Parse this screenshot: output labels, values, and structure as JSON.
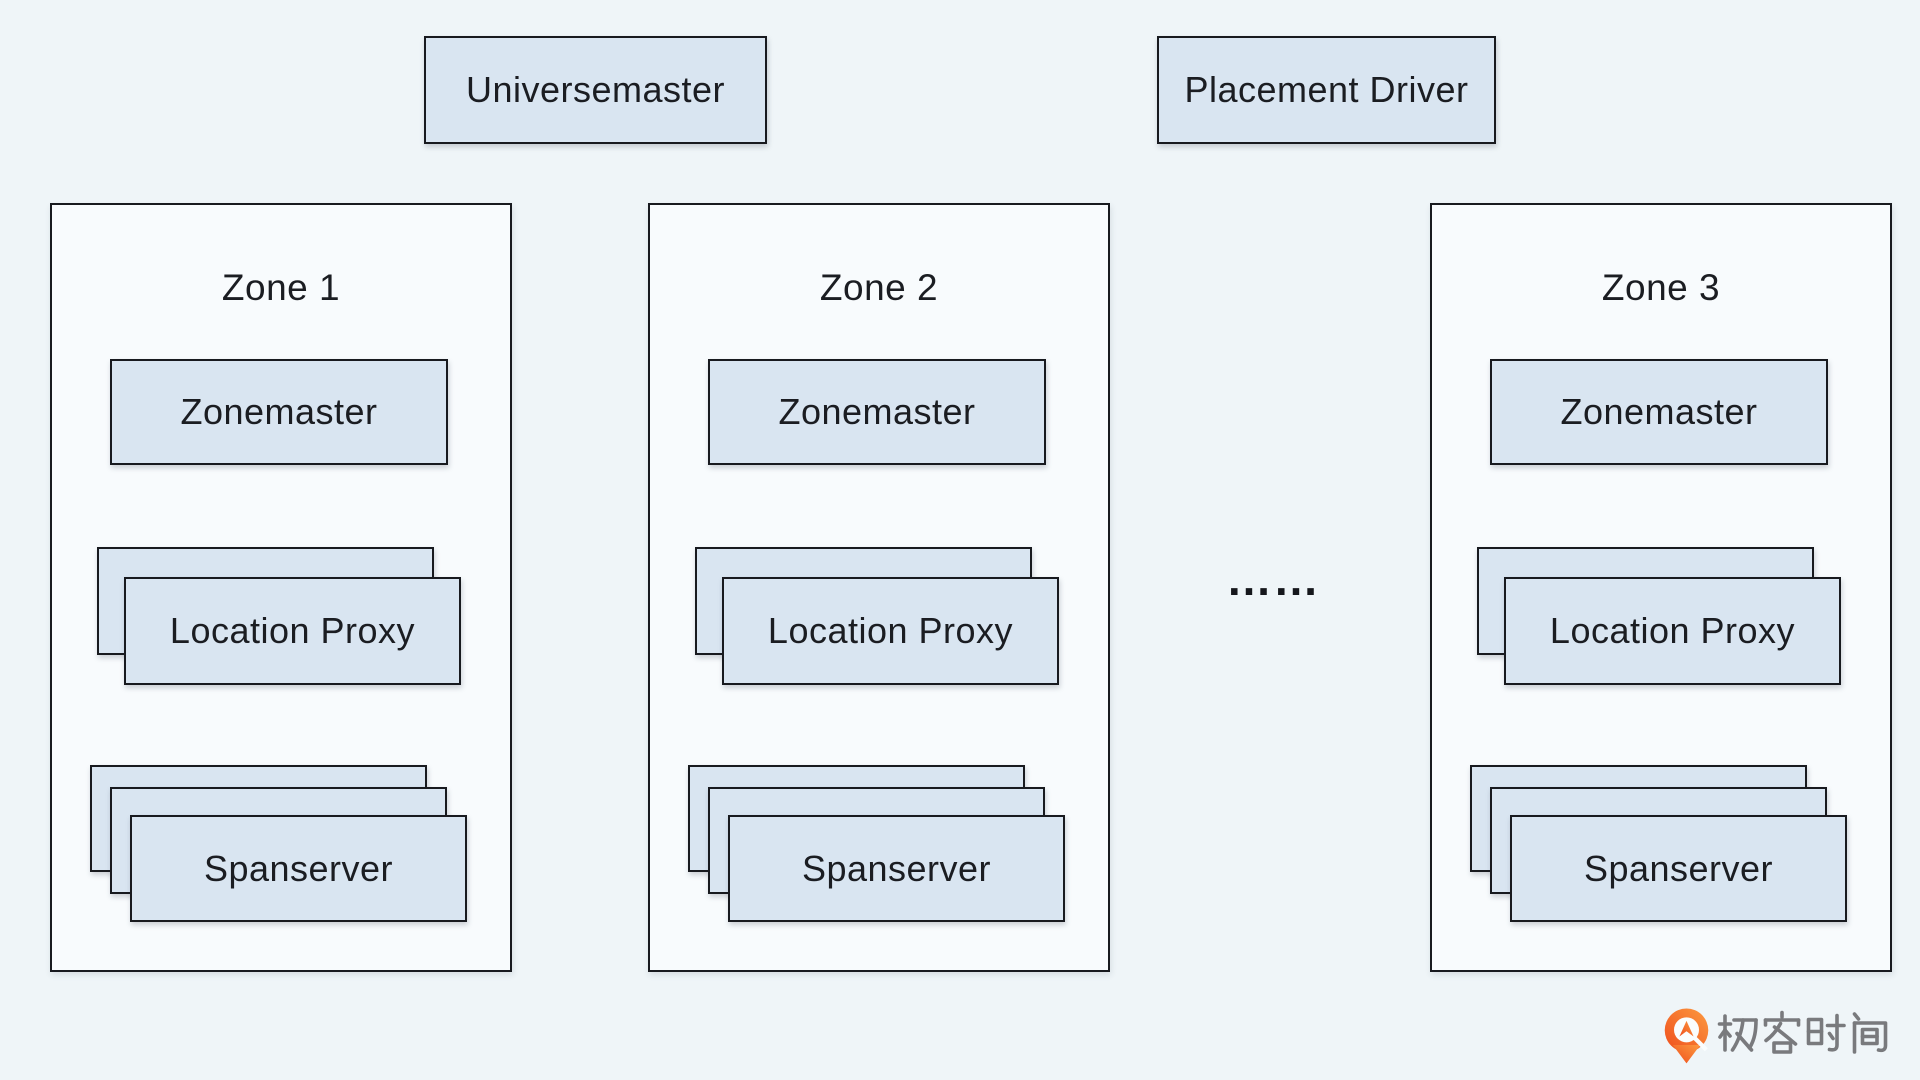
{
  "palette": {
    "page_bg": "#eff5f8",
    "zone_bg": "#f8fbfd",
    "box_fill": "#d9e5f1",
    "box_border": "#181a1f",
    "text": "#1b1d22",
    "brand_orange_dark": "#ef4e1d",
    "brand_orange_light": "#fc9a40",
    "brand_text_color": "#797a7d"
  },
  "top_boxes": {
    "universemaster": "Universemaster",
    "placement_driver": "Placement Driver"
  },
  "zones": [
    {
      "title": "Zone 1",
      "zonemaster_label": "Zonemaster",
      "location_proxy_label": "Location Proxy",
      "spanserver_label": "Spanserver"
    },
    {
      "title": "Zone 2",
      "zonemaster_label": "Zonemaster",
      "location_proxy_label": "Location Proxy",
      "spanserver_label": "Spanserver"
    },
    {
      "title": "Zone 3",
      "zonemaster_label": "Zonemaster",
      "location_proxy_label": "Location Proxy",
      "spanserver_label": "Spanserver"
    }
  ],
  "ellipsis": "……",
  "brand": {
    "logo_text": "极客时间"
  }
}
